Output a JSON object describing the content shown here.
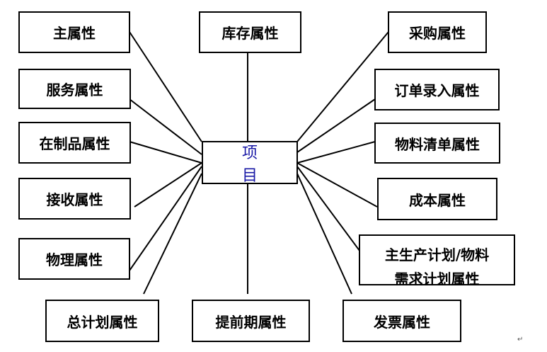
{
  "center": {
    "label": "项 目"
  },
  "nodes": {
    "main": "主属性",
    "inventory": "库存属性",
    "purchase": "采购属性",
    "service": "服务属性",
    "order_entry": "订单录入属性",
    "wip": "在制品属性",
    "bom": "物料清单属性",
    "receiving": "接收属性",
    "cost": "成本属性",
    "physical": "物理属性",
    "mps_mrp_line1": "主生产计划/物料",
    "mps_mrp_line2": "需求计划属性",
    "general_plan": "总计划属性",
    "lead_time": "提前期属性",
    "invoice": "发票属性"
  },
  "end_mark": "↵"
}
